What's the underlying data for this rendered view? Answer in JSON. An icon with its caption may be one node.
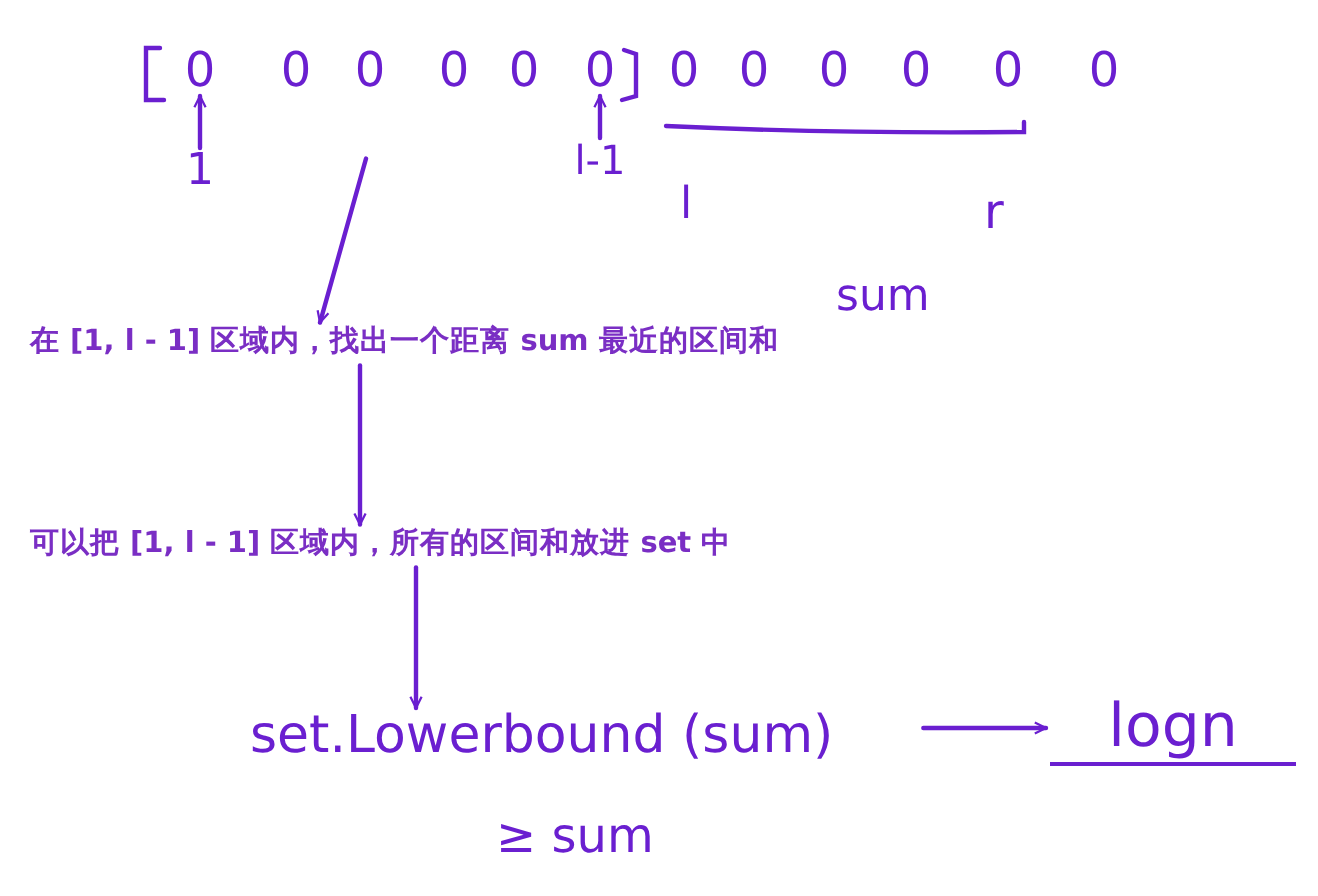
{
  "diagram": {
    "nodes": [
      {
        "text": [
          "0"
        ]
      },
      {
        "text": [
          "0"
        ]
      },
      {
        "text": [
          "0"
        ]
      },
      {
        "text": [
          "0"
        ]
      },
      {
        "text": [
          "0"
        ]
      },
      {
        "text": [
          "0"
        ]
      },
      {
        "text": [
          "0"
        ]
      },
      {
        "text": [
          "0"
        ]
      },
      {
        "text": [
          "0"
        ]
      },
      {
        "text": [
          "0"
        ]
      },
      {
        "text": [
          "0"
        ]
      },
      {
        "text": [
          "0"
        ]
      },
      {
        "text": [
          "1"
        ]
      },
      {
        "text": [
          "l-1"
        ]
      },
      {
        "text": [
          "在 [1, l - 1] 区域内，找出一个距离 sum 最近的区间和"
        ]
      },
      {
        "text": [
          "可以把 [1, l - 1] 区域内，所有的区间和放进 set 中"
        ]
      },
      {
        "text": [
          "set.Lowerbound (sum)"
        ]
      },
      {
        "text": [
          "logn"
        ]
      }
    ],
    "edges": [
      {
        "from": 12,
        "to": 0,
        "arrow": "to"
      },
      {
        "from": 13,
        "to": 5,
        "arrow": "to"
      },
      {
        "from": null,
        "to": 14,
        "arrow": "to"
      },
      {
        "from": 14,
        "to": 15,
        "arrow": "to"
      },
      {
        "from": 15,
        "to": 16,
        "arrow": "to"
      },
      {
        "from": 16,
        "to": 17,
        "arrow": "to"
      }
    ],
    "labels": [
      "l",
      "r",
      "sum",
      "≥ sum"
    ]
  }
}
